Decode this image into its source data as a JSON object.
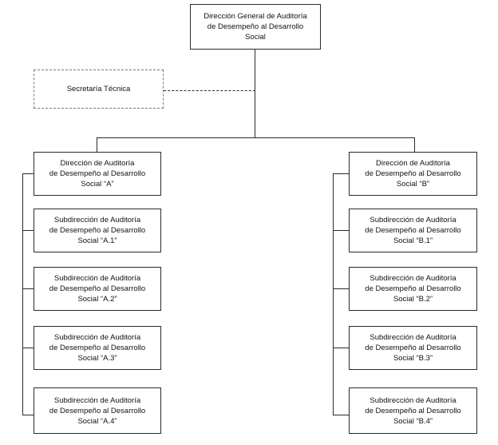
{
  "chart": {
    "type": "organizational-chart",
    "title": "Dirección General de Auditoría de Desempeño al Desarrollo Social",
    "root": {
      "id": "dgadds",
      "label": "Dirección General de Auditoría\nde Desempeño al Desarrollo\nSocial"
    },
    "staff": {
      "id": "secretaria-tecnica",
      "label": "Secretaría Técnica",
      "relation": "dashed-staff-link"
    },
    "branches": [
      {
        "id": "direccion-a",
        "label": "Dirección de Auditoría\nde Desempeño al Desarrollo\nSocial “A”",
        "children": [
          {
            "id": "subdireccion-a1",
            "label": "Subdirección de Auditoría\nde Desempeño al Desarrollo\nSocial “A.1”"
          },
          {
            "id": "subdireccion-a2",
            "label": "Subdirección de Auditoría\nde Desempeño al Desarrollo\nSocial “A.2”"
          },
          {
            "id": "subdireccion-a3",
            "label": "Subdirección de Auditoría\nde Desempeño al Desarrollo\nSocial “A.3”"
          },
          {
            "id": "subdireccion-a4",
            "label": "Subdirección de Auditoría\nde Desempeño al Desarrollo\nSocial “A.4”"
          }
        ]
      },
      {
        "id": "direccion-b",
        "label": "Dirección de Auditoría\nde Desempeño al Desarrollo\nSocial “B”",
        "children": [
          {
            "id": "subdireccion-b1",
            "label": "Subdirección de Auditoría\nde Desempeño al Desarrollo\nSocial “B.1”"
          },
          {
            "id": "subdireccion-b2",
            "label": "Subdirección de Auditoría\nde Desempeño al Desarrollo\nSocial “B.2”"
          },
          {
            "id": "subdireccion-b3",
            "label": "Subdirección de Auditoría\nde Desempeño al Desarrollo\nSocial “B.3”"
          },
          {
            "id": "subdireccion-b4",
            "label": "Subdirección de Auditoría\nde Desempeño al Desarrollo\nSocial “B.4”"
          }
        ]
      }
    ],
    "colors": {
      "box_border": "#2b2b2b",
      "dashed_border": "#7a7a7a",
      "connector": "#2b2b2b",
      "text": "#111111",
      "background": "#ffffff"
    }
  }
}
